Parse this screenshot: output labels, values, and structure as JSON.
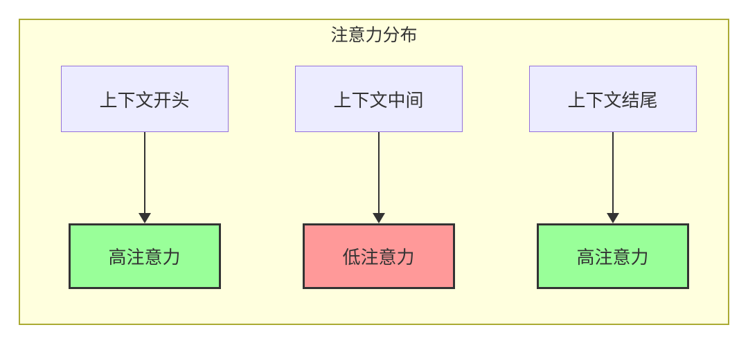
{
  "diagram": {
    "title": "注意力分布",
    "columns": [
      {
        "source": "上下文开头",
        "result": "高注意力",
        "result_level": "high",
        "result_color": "#99ff99"
      },
      {
        "source": "上下文中间",
        "result": "低注意力",
        "result_level": "low",
        "result_color": "#ff9999"
      },
      {
        "source": "上下文结尾",
        "result": "高注意力",
        "result_level": "high",
        "result_color": "#99ff99"
      }
    ],
    "colors": {
      "container_bg": "#ffffde",
      "container_border": "#aaaa33",
      "source_bg": "#ececff",
      "source_border": "#9370db",
      "high_attention_bg": "#99ff99",
      "low_attention_bg": "#ff9999",
      "result_border": "#333333",
      "arrow": "#333333",
      "text": "#333333"
    }
  }
}
